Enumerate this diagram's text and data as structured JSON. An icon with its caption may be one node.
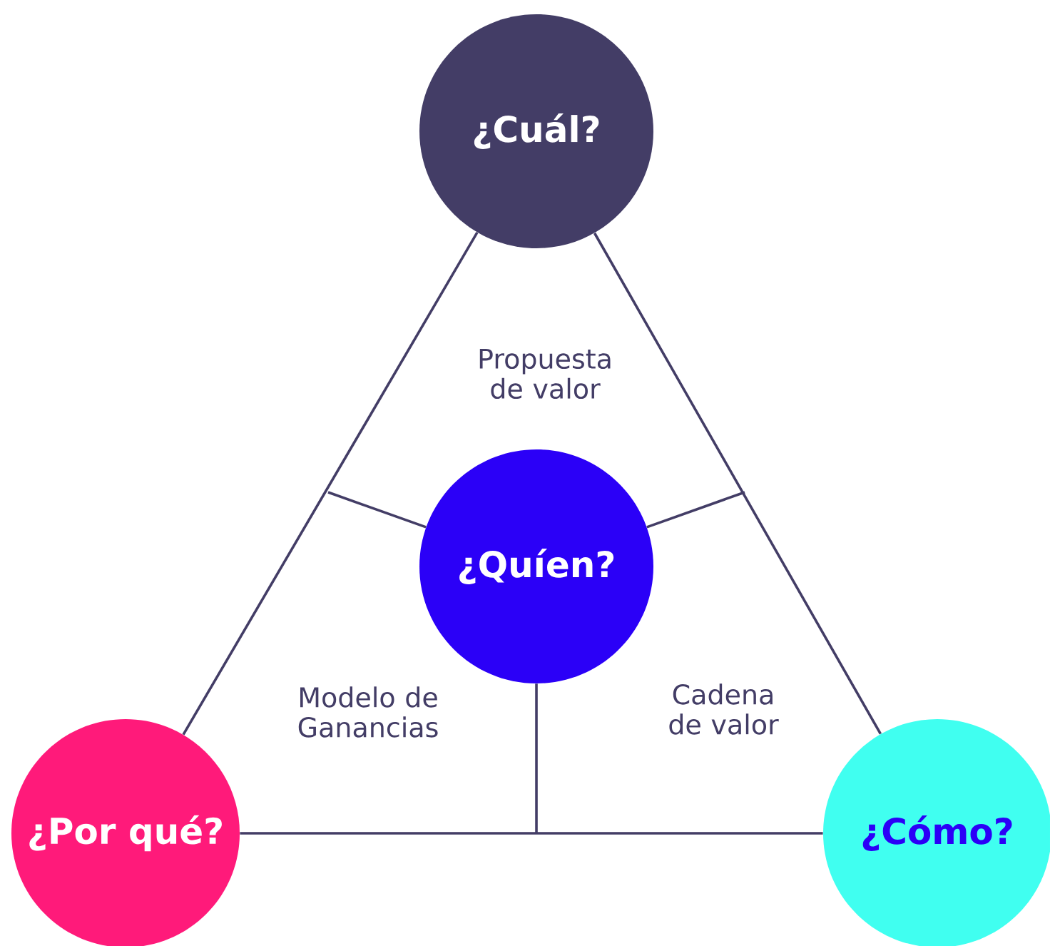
{
  "diagram": {
    "nodes": [
      {
        "text": [
          "¿Cuál?"
        ]
      },
      {
        "text": [
          "¿Quíen?"
        ]
      },
      {
        "text": [
          "¿Por qué?"
        ]
      },
      {
        "text": [
          "¿Cómo?"
        ]
      }
    ],
    "edges": [
      {
        "from": 0,
        "to": 2,
        "arrow": "none"
      },
      {
        "from": 0,
        "to": 3,
        "arrow": "none"
      },
      {
        "from": 2,
        "to": 3,
        "arrow": "none"
      },
      {
        "from": 1,
        "to": null,
        "arrow": "none"
      },
      {
        "from": 1,
        "to": null,
        "arrow": "none"
      },
      {
        "from": 1,
        "to": null,
        "arrow": "none"
      }
    ],
    "labels": [
      "Propuesta de valor",
      "Modelo de Ganancias",
      "Cadena de valor"
    ]
  }
}
